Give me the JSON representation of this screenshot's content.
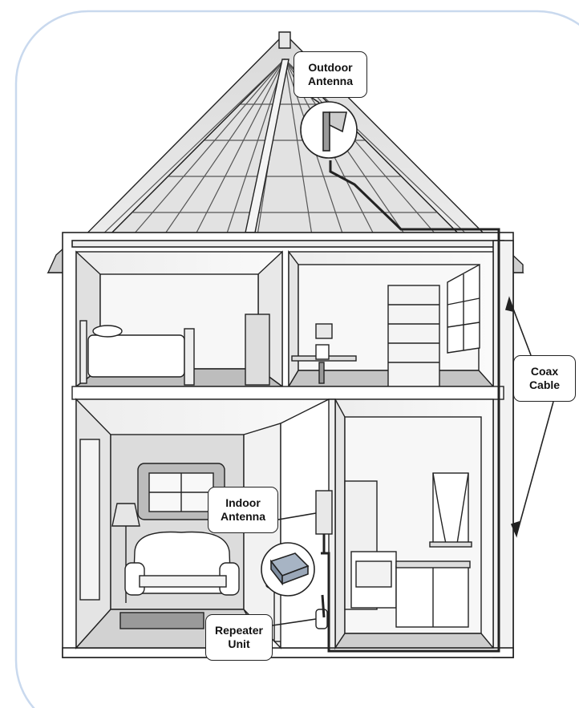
{
  "diagram": {
    "labels": {
      "outdoor_antenna": {
        "line1": "Outdoor",
        "line2": "Antenna"
      },
      "coax_cable": {
        "line1": "Coax",
        "line2": "Cable"
      },
      "indoor_antenna": {
        "line1": "Indoor",
        "line2": "Antenna"
      },
      "repeater_unit": {
        "line1": "Repeater",
        "line2": "Unit"
      }
    },
    "colors": {
      "frame_border": "#c9d9ee",
      "line": "#222222",
      "wall": "#f4f4f4",
      "floor_shade": "#bdbdbd",
      "roof_wood": "#e6e6e6",
      "rug": "#9a9a9a"
    }
  }
}
